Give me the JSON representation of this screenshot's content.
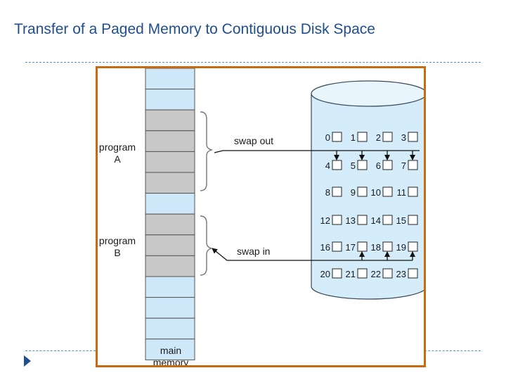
{
  "slide": {
    "title": "Transfer of a Paged Memory to Contiguous Disk Space"
  },
  "diagram": {
    "program_a": [
      "program",
      "A"
    ],
    "program_b": [
      "program",
      "B"
    ],
    "swap_out": "swap out",
    "swap_in": "swap in",
    "main_memory": [
      "main",
      "memory"
    ],
    "disk_blocks": [
      "0",
      "1",
      "2",
      "3",
      "4",
      "5",
      "6",
      "7",
      "8",
      "9",
      "10",
      "11",
      "12",
      "13",
      "14",
      "15",
      "16",
      "17",
      "18",
      "19",
      "20",
      "21",
      "22",
      "23"
    ],
    "memory_cells": [
      "free",
      "free",
      "used",
      "used",
      "used",
      "used",
      "free",
      "used",
      "used",
      "used",
      "free",
      "free",
      "free",
      "free"
    ]
  },
  "colors": {
    "title": "#1f4e91",
    "frame": "#c46b14",
    "cylinder": "#d5ecfa",
    "memory_free": "#cfe8f9",
    "memory_used": "#c8c8c8",
    "accent_dash": "#4f93c9"
  }
}
